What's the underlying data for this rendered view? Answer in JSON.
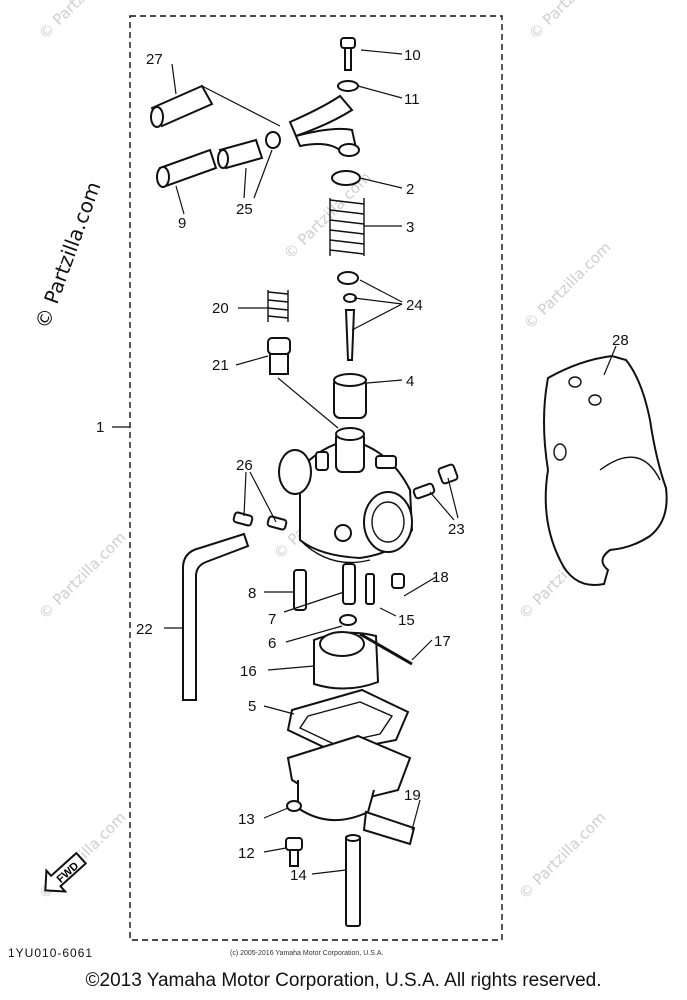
{
  "diagram": {
    "part_numbers": [
      "1",
      "2",
      "3",
      "4",
      "5",
      "6",
      "7",
      "8",
      "9",
      "10",
      "11",
      "12",
      "13",
      "14",
      "15",
      "16",
      "17",
      "18",
      "19",
      "20",
      "21",
      "22",
      "23",
      "24",
      "25",
      "26",
      "27",
      "28"
    ],
    "fwd_label": "FWD",
    "watermark": "© Partzilla.com"
  },
  "footer": {
    "code": "1YU010-6061",
    "small_copyright": "(c) 2005-2016 Yamaha Motor Corporation, U.S.A.",
    "copyright": "©2013 Yamaha Motor Corporation, U.S.A. All rights reserved."
  }
}
